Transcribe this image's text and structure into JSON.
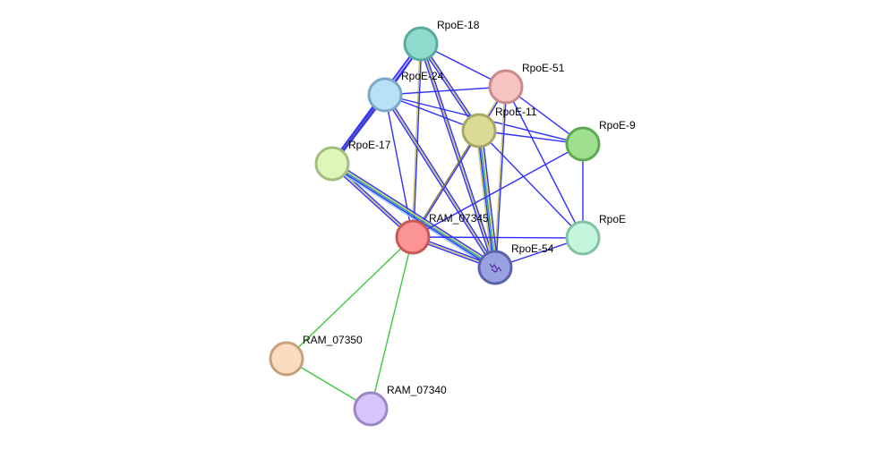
{
  "nodes": [
    {
      "id": "RpoE-18",
      "label": "RpoE-18",
      "fill": "#8fdccf",
      "stroke": "#5aaa9e"
    },
    {
      "id": "RpoE-51",
      "label": "RpoE-51",
      "fill": "#f7c3c3",
      "stroke": "#c88a8a"
    },
    {
      "id": "RpoE-24",
      "label": "RpoE-24",
      "fill": "#b8e0f7",
      "stroke": "#7aa9c6"
    },
    {
      "id": "RpoE-11",
      "label": "RpoE-11",
      "fill": "#dcdb97",
      "stroke": "#a8a765"
    },
    {
      "id": "RpoE-9",
      "label": "RpoE-9",
      "fill": "#9ee08f",
      "stroke": "#5ea853"
    },
    {
      "id": "RpoE-17",
      "label": "RpoE-17",
      "fill": "#dcf7b8",
      "stroke": "#a3bd7f"
    },
    {
      "id": "RAM_07345",
      "label": "RAM_07345",
      "fill": "#fb9494",
      "stroke": "#c95757"
    },
    {
      "id": "RpoE",
      "label": "RpoE",
      "fill": "#c4f5dd",
      "stroke": "#82c3a3"
    },
    {
      "id": "RpoE-54",
      "label": "RpoE-54",
      "fill": "#99a1e0",
      "stroke": "#5a63a8"
    },
    {
      "id": "RAM_07350",
      "label": "RAM_07350",
      "fill": "#fcdcbf",
      "stroke": "#c7a17e"
    },
    {
      "id": "RAM_07340",
      "label": "RAM_07340",
      "fill": "#d7c4fb",
      "stroke": "#9a87c3"
    }
  ],
  "edges": [
    {
      "from": "RpoE-18",
      "to": "RpoE-24",
      "colors": [
        "#3030ff",
        "#c0c0ff",
        "#3030ff"
      ]
    },
    {
      "from": "RpoE-18",
      "to": "RpoE-17",
      "colors": [
        "#3030ff",
        "#b0b0f0",
        "#3030ff"
      ]
    },
    {
      "from": "RpoE-18",
      "to": "RpoE-51",
      "colors": [
        "#3030ff"
      ]
    },
    {
      "from": "RpoE-18",
      "to": "RpoE-11",
      "colors": [
        "#3030ff",
        "#c8c864",
        "#3030ff"
      ]
    },
    {
      "from": "RpoE-18",
      "to": "RAM_07345",
      "colors": [
        "#3030ff",
        "#c8c864"
      ]
    },
    {
      "from": "RpoE-18",
      "to": "RpoE-54",
      "colors": [
        "#3030ff",
        "#c8c864",
        "#3030ff"
      ]
    },
    {
      "from": "RpoE-24",
      "to": "RpoE-17",
      "colors": [
        "#3030ff",
        "#5050a0",
        "#3030ff"
      ]
    },
    {
      "from": "RpoE-24",
      "to": "RpoE-51",
      "colors": [
        "#3030ff"
      ]
    },
    {
      "from": "RpoE-24",
      "to": "RpoE-11",
      "colors": [
        "#3030ff"
      ]
    },
    {
      "from": "RpoE-24",
      "to": "RAM_07345",
      "colors": [
        "#3030ff"
      ]
    },
    {
      "from": "RpoE-24",
      "to": "RpoE-54",
      "colors": [
        "#3030ff",
        "#c8c864",
        "#3030ff"
      ]
    },
    {
      "from": "RpoE-24",
      "to": "RpoE-9",
      "colors": [
        "#3030ff"
      ]
    },
    {
      "from": "RpoE-51",
      "to": "RpoE-11",
      "colors": [
        "#3030ff",
        "#c8c864"
      ]
    },
    {
      "from": "RpoE-51",
      "to": "RpoE-54",
      "colors": [
        "#3030ff",
        "#c8c864"
      ]
    },
    {
      "from": "RpoE-51",
      "to": "RpoE-9",
      "colors": [
        "#3030ff"
      ]
    },
    {
      "from": "RpoE-51",
      "to": "RpoE",
      "colors": [
        "#3030ff"
      ]
    },
    {
      "from": "RpoE-11",
      "to": "RpoE-9",
      "colors": [
        "#3030ff"
      ]
    },
    {
      "from": "RpoE-11",
      "to": "RpoE",
      "colors": [
        "#3030ff"
      ]
    },
    {
      "from": "RpoE-11",
      "to": "RAM_07345",
      "colors": [
        "#3030ff",
        "#808040"
      ]
    },
    {
      "from": "RpoE-11",
      "to": "RpoE-54",
      "colors": [
        "#3030ff",
        "#c8c864",
        "#20a0a0",
        "#3030ff",
        "#c8c864"
      ]
    },
    {
      "from": "RpoE-17",
      "to": "RAM_07345",
      "colors": [
        "#3030ff",
        "#c8c864",
        "#3030ff"
      ]
    },
    {
      "from": "RpoE-17",
      "to": "RpoE-54",
      "colors": [
        "#3030ff",
        "#c8c864",
        "#20a0a0",
        "#3030ff",
        "#a0c8ff"
      ]
    },
    {
      "from": "RpoE-9",
      "to": "RAM_07345",
      "colors": [
        "#3030ff"
      ]
    },
    {
      "from": "RpoE-9",
      "to": "RpoE",
      "colors": [
        "#3030ff"
      ]
    },
    {
      "from": "RAM_07345",
      "to": "RpoE",
      "colors": [
        "#3030ff"
      ]
    },
    {
      "from": "RAM_07345",
      "to": "RpoE-54",
      "colors": [
        "#3030ff",
        "#c8c864",
        "#3030ff"
      ]
    },
    {
      "from": "RpoE-54",
      "to": "RpoE",
      "colors": [
        "#3030ff"
      ]
    },
    {
      "from": "RAM_07345",
      "to": "RAM_07350",
      "colors": [
        "#3cc83c"
      ]
    },
    {
      "from": "RAM_07345",
      "to": "RAM_07340",
      "colors": [
        "#3cc83c"
      ]
    },
    {
      "from": "RAM_07350",
      "to": "RAM_07340",
      "colors": [
        "#3cc83c"
      ]
    }
  ]
}
